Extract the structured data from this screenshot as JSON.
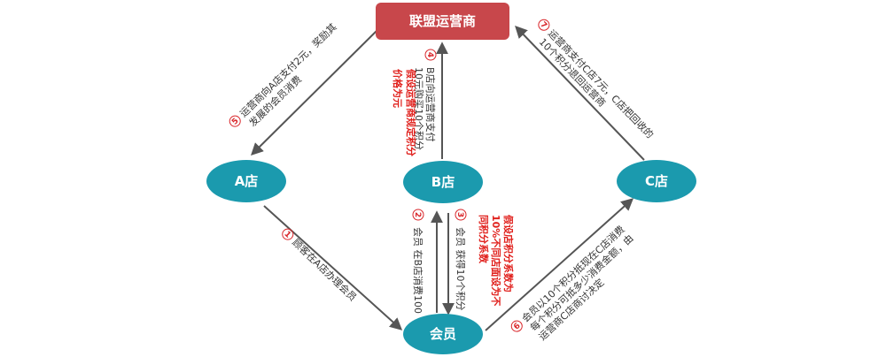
{
  "nodes": {
    "operator": "联盟运营商",
    "store_a": "A店",
    "store_b": "B店",
    "store_c": "C店",
    "member": "会员"
  },
  "steps": {
    "s1": {
      "num": "1",
      "line1": "顾客在A店办理会员"
    },
    "s2": {
      "num": "2",
      "line1": "会员 在B店消费100"
    },
    "s3": {
      "num": "3",
      "line1": "会员 获得10个积分"
    },
    "s3_note": {
      "line1": "假设店积分系数为",
      "line2": "10%不同店面设为不",
      "line3": "同积分系数"
    },
    "s4": {
      "num": "4",
      "line1": "B店向运营商支付",
      "line2": "10元购买10个积分"
    },
    "s4_note": {
      "line1": "假设运营商规定积分",
      "line2": "价格为元"
    },
    "s5": {
      "num": "5",
      "line1": "运营商向A店支付2元，奖励其",
      "line2": "发展的会员消费"
    },
    "s6": {
      "num": "6",
      "line1": "会员以10个积分抵现在C店消费",
      "line2": "每个积分可抵多少消费金额，由",
      "line3": "运营商C店商讨决定"
    },
    "s7": {
      "num": "7",
      "line1": "运营商支付C店7元，C店把回收的",
      "line2": "10个积分退回运营商"
    }
  },
  "colors": {
    "operator_fill": "#c8474b",
    "node_fill": "#1b9aae",
    "arrow": "#555555",
    "note_red": "#e0201c"
  }
}
